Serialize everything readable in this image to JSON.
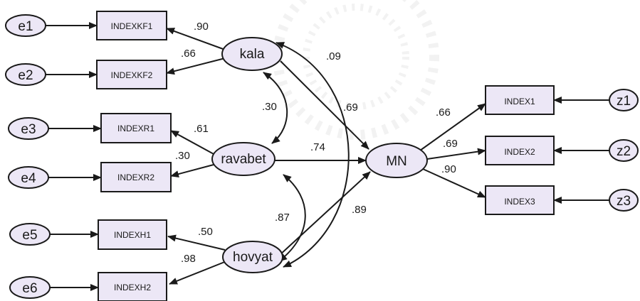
{
  "colors": {
    "shape_fill": "#ece7f6",
    "stroke": "#1a1a1a",
    "background": "#ffffff"
  },
  "errors": {
    "e1": "e1",
    "e2": "e2",
    "e3": "e3",
    "e4": "e4",
    "e5": "e5",
    "e6": "e6",
    "z1": "z1",
    "z2": "z2",
    "z3": "z3"
  },
  "indicators": {
    "indexkf1": "INDEXKF1",
    "indexkf2": "INDEXKF2",
    "indexr1": "INDEXR1",
    "indexr2": "INDEXR2",
    "indexh1": "INDEXH1",
    "indexh2": "INDEXH2",
    "index1": "INDEX1",
    "index2": "INDEX2",
    "index3": "INDEX3"
  },
  "latents": {
    "kala": "kala",
    "ravabet": "ravabet",
    "hovyat": "hovyat",
    "mn": "MN"
  },
  "coefficients": {
    "kala_indexkf1": ".90",
    "kala_indexkf2": ".66",
    "ravabet_indexr1": ".61",
    "ravabet_indexr2": ".30",
    "hovyat_indexh1": ".50",
    "hovyat_indexh2": ".98",
    "kala_ravabet": ".30",
    "kala_hovyat": ".09",
    "ravabet_hovyat": ".87",
    "kala_mn": ".69",
    "ravabet_mn": ".74",
    "hovyat_mn": ".89",
    "mn_index1": ".66",
    "mn_index2": ".69",
    "mn_index3": ".90"
  }
}
